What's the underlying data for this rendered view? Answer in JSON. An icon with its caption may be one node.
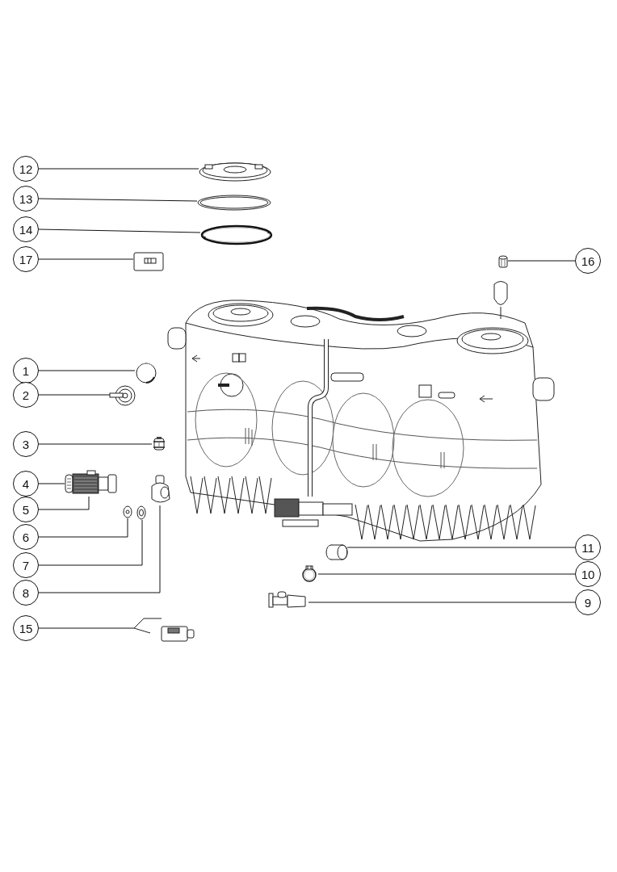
{
  "diagram": {
    "nodes": [
      {
        "text": [
          "12"
        ]
      },
      {
        "text": [
          "13"
        ]
      },
      {
        "text": [
          "14"
        ]
      },
      {
        "text": [
          "17"
        ]
      },
      {
        "text": [
          "16"
        ]
      },
      {
        "text": [
          "1"
        ]
      },
      {
        "text": [
          "2"
        ]
      },
      {
        "text": [
          "3"
        ]
      },
      {
        "text": [
          "4"
        ]
      },
      {
        "text": [
          "5"
        ]
      },
      {
        "text": [
          "6"
        ]
      },
      {
        "text": [
          "11"
        ]
      },
      {
        "text": [
          "7"
        ]
      },
      {
        "text": [
          "10"
        ]
      },
      {
        "text": [
          "8"
        ]
      },
      {
        "text": [
          "9"
        ]
      },
      {
        "text": [
          "15"
        ]
      },
      {
        "text": [],
        "shape": "picture"
      },
      {
        "text": [],
        "shape": "picture"
      },
      {
        "text": [],
        "shape": "picture"
      },
      {
        "text": [],
        "shape": "picture"
      },
      {
        "text": [],
        "shape": "picture"
      },
      {
        "text": [],
        "shape": "picture"
      },
      {
        "text": [],
        "shape": "picture"
      },
      {
        "text": [],
        "shape": "picture"
      },
      {
        "text": [],
        "shape": "picture"
      },
      {
        "text": [],
        "shape": "picture"
      },
      {
        "text": [],
        "shape": "picture"
      },
      {
        "text": [],
        "shape": "picture"
      },
      {
        "text": [],
        "shape": "picture"
      },
      {
        "text": [],
        "shape": "picture"
      },
      {
        "text": [],
        "shape": "picture"
      },
      {
        "text": [],
        "shape": "picture"
      },
      {
        "text": [],
        "shape": "picture"
      }
    ],
    "edges": [
      {
        "from": 0,
        "to": 17,
        "arrow": "none"
      },
      {
        "from": 1,
        "to": 18,
        "arrow": "none"
      },
      {
        "from": 2,
        "to": 19,
        "arrow": "none"
      },
      {
        "from": 3,
        "to": 20,
        "arrow": "none"
      },
      {
        "from": 4,
        "to": 21,
        "arrow": "none"
      },
      {
        "from": 5,
        "to": 22,
        "arrow": "none"
      },
      {
        "from": 6,
        "to": 23,
        "arrow": "none"
      },
      {
        "from": 7,
        "to": 24,
        "arrow": "none"
      },
      {
        "from": 8,
        "to": 25,
        "arrow": "none"
      },
      {
        "from": 9,
        "to": 26,
        "arrow": "none"
      },
      {
        "from": 10,
        "to": 27,
        "arrow": "none"
      },
      {
        "from": 11,
        "to": 28,
        "arrow": "none"
      },
      {
        "from": 12,
        "to": 29,
        "arrow": "none"
      },
      {
        "from": 13,
        "to": 30,
        "arrow": "none"
      },
      {
        "from": 14,
        "to": 31,
        "arrow": "none"
      },
      {
        "from": 15,
        "to": 32,
        "arrow": "none"
      },
      {
        "from": 16,
        "to": 33,
        "arrow": "none"
      }
    ]
  }
}
